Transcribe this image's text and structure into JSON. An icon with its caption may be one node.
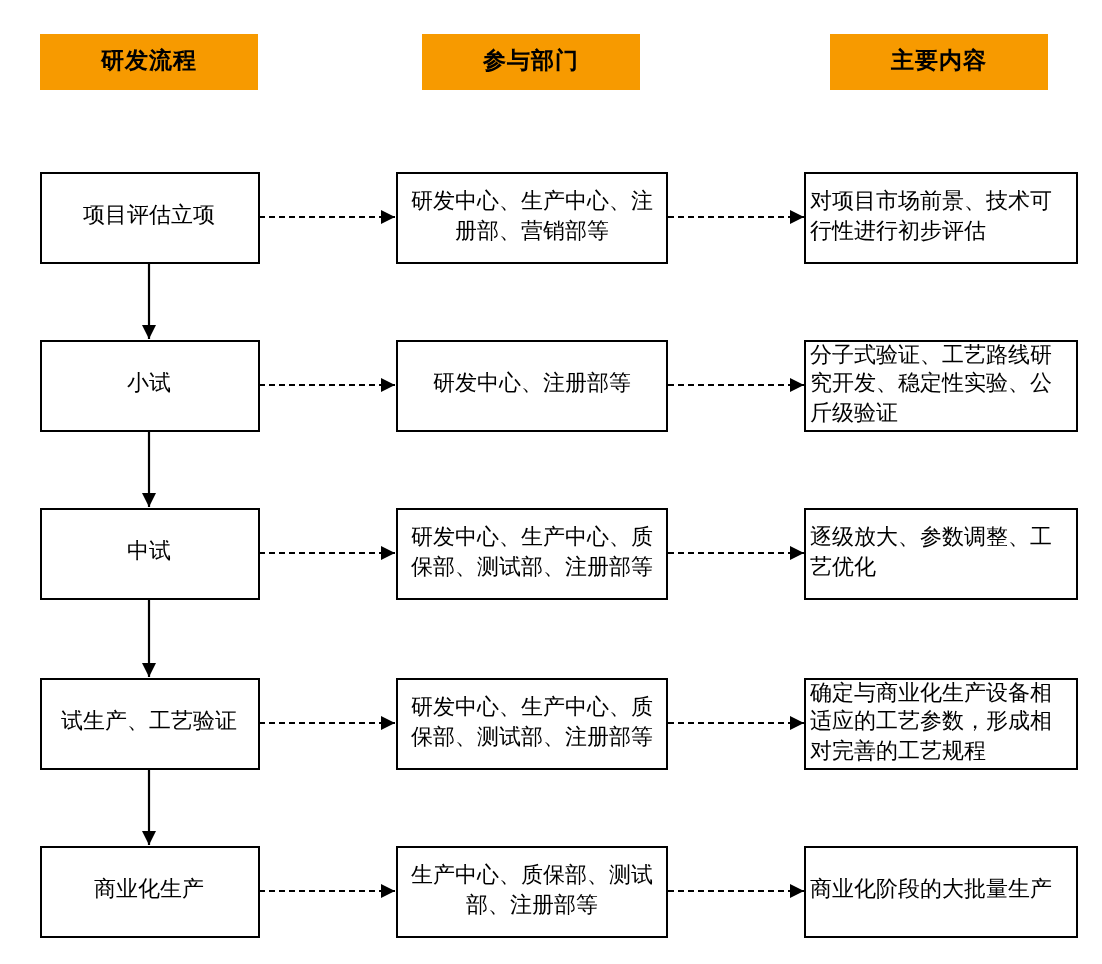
{
  "diagram": {
    "nodes": [
      {
        "text": [
          "研发流程"
        ]
      },
      {
        "text": [
          "参与部门"
        ]
      },
      {
        "text": [
          "主要内容"
        ]
      },
      {
        "text": [
          "项目评估立项"
        ]
      },
      {
        "text": [
          "研发中心、生产中心、注册部、营销部等"
        ]
      },
      {
        "text": [
          "对项目市场前景、技术可行性进行初步评估"
        ]
      },
      {
        "text": [
          "小试"
        ]
      },
      {
        "text": [
          "研发中心、注册部等"
        ]
      },
      {
        "text": [
          "分子式验证、工艺路线研究开发、稳定性实验、公斤级验证"
        ]
      },
      {
        "text": [
          "中试"
        ]
      },
      {
        "text": [
          "研发中心、生产中心、质保部、测试部、注册部等"
        ]
      },
      {
        "text": [
          "逐级放大、参数调整、工艺优化"
        ]
      },
      {
        "text": [
          "试生产、工艺验证"
        ]
      },
      {
        "text": [
          "研发中心、生产中心、质保部、测试部、注册部等"
        ]
      },
      {
        "text": [
          "确定与商业化生产设备相适应的工艺参数，形成相对完善的工艺规程"
        ]
      },
      {
        "text": [
          "商业化生产"
        ]
      },
      {
        "text": [
          "生产中心、质保部、测试部、注册部等"
        ]
      },
      {
        "text": [
          "商业化阶段的大批量生产"
        ]
      }
    ],
    "edges": [
      {
        "from": 3,
        "to": 4,
        "arrow": "to",
        "style": "dashed"
      },
      {
        "from": 4,
        "to": 5,
        "arrow": "to",
        "style": "dashed"
      },
      {
        "from": 3,
        "to": 6,
        "arrow": "to"
      },
      {
        "from": 6,
        "to": 7,
        "arrow": "to",
        "style": "dashed"
      },
      {
        "from": 7,
        "to": 8,
        "arrow": "to",
        "style": "dashed"
      },
      {
        "from": 6,
        "to": 9,
        "arrow": "to"
      },
      {
        "from": 9,
        "to": 10,
        "arrow": "to",
        "style": "dashed"
      },
      {
        "from": 10,
        "to": 11,
        "arrow": "to",
        "style": "dashed"
      },
      {
        "from": 9,
        "to": 12,
        "arrow": "to"
      },
      {
        "from": 12,
        "to": 13,
        "arrow": "to",
        "style": "dashed"
      },
      {
        "from": 13,
        "to": 14,
        "arrow": "to",
        "style": "dashed"
      },
      {
        "from": 12,
        "to": 15,
        "arrow": "to"
      },
      {
        "from": 15,
        "to": 16,
        "arrow": "to",
        "style": "dashed"
      },
      {
        "from": 16,
        "to": 17,
        "arrow": "to",
        "style": "dashed"
      }
    ]
  }
}
